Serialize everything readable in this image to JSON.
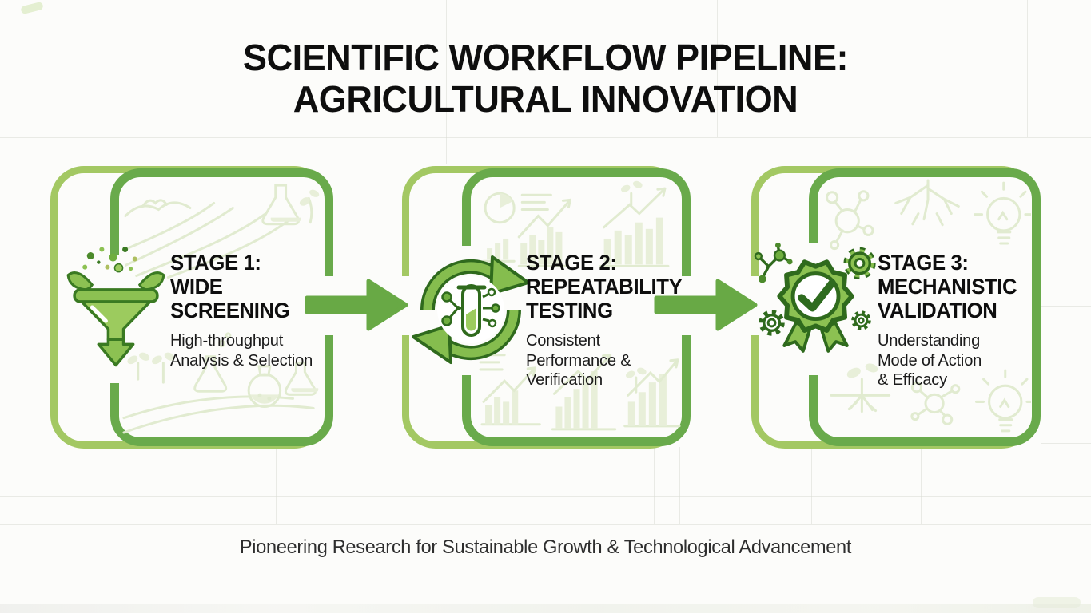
{
  "title": {
    "line1": "SCIENTIFIC WORKFLOW PIPELINE:",
    "line2": "AGRICULTURAL INNOVATION"
  },
  "stages": [
    {
      "heading": "STAGE 1:\nWIDE\nSCREENING",
      "description": "High-throughput\nAnalysis & Selection",
      "icon": "funnel-screening-icon"
    },
    {
      "heading": "STAGE 2:\nREPEATABILITY\nTESTING",
      "description": "Consistent\nPerformance &\nVerification",
      "icon": "repeat-cycle-testtube-icon"
    },
    {
      "heading": "STAGE 3:\nMECHANISTIC\nVALIDATION",
      "description": "Understanding\nMode of Action\n& Efficacy",
      "icon": "verified-badge-check-icon"
    }
  ],
  "footer": {
    "text": "Pioneering Research for Sustainable Growth & Technological Advancement"
  },
  "colors": {
    "background": "#fcfcfa",
    "grid_line": "#d8dad4",
    "card_border_outer": "#a3c863",
    "card_border_inner": "#69aa4b",
    "arrow_green": "#68a945",
    "icon_outline": "#2f6a1d",
    "icon_green": "#8cc152",
    "icon_light_green": "#9ccb5e",
    "doodle_green": "#e1ebd0",
    "title_text": "#0e0e0e",
    "body_text": "#1b1b1b",
    "footer_text": "#2e2e2e"
  }
}
